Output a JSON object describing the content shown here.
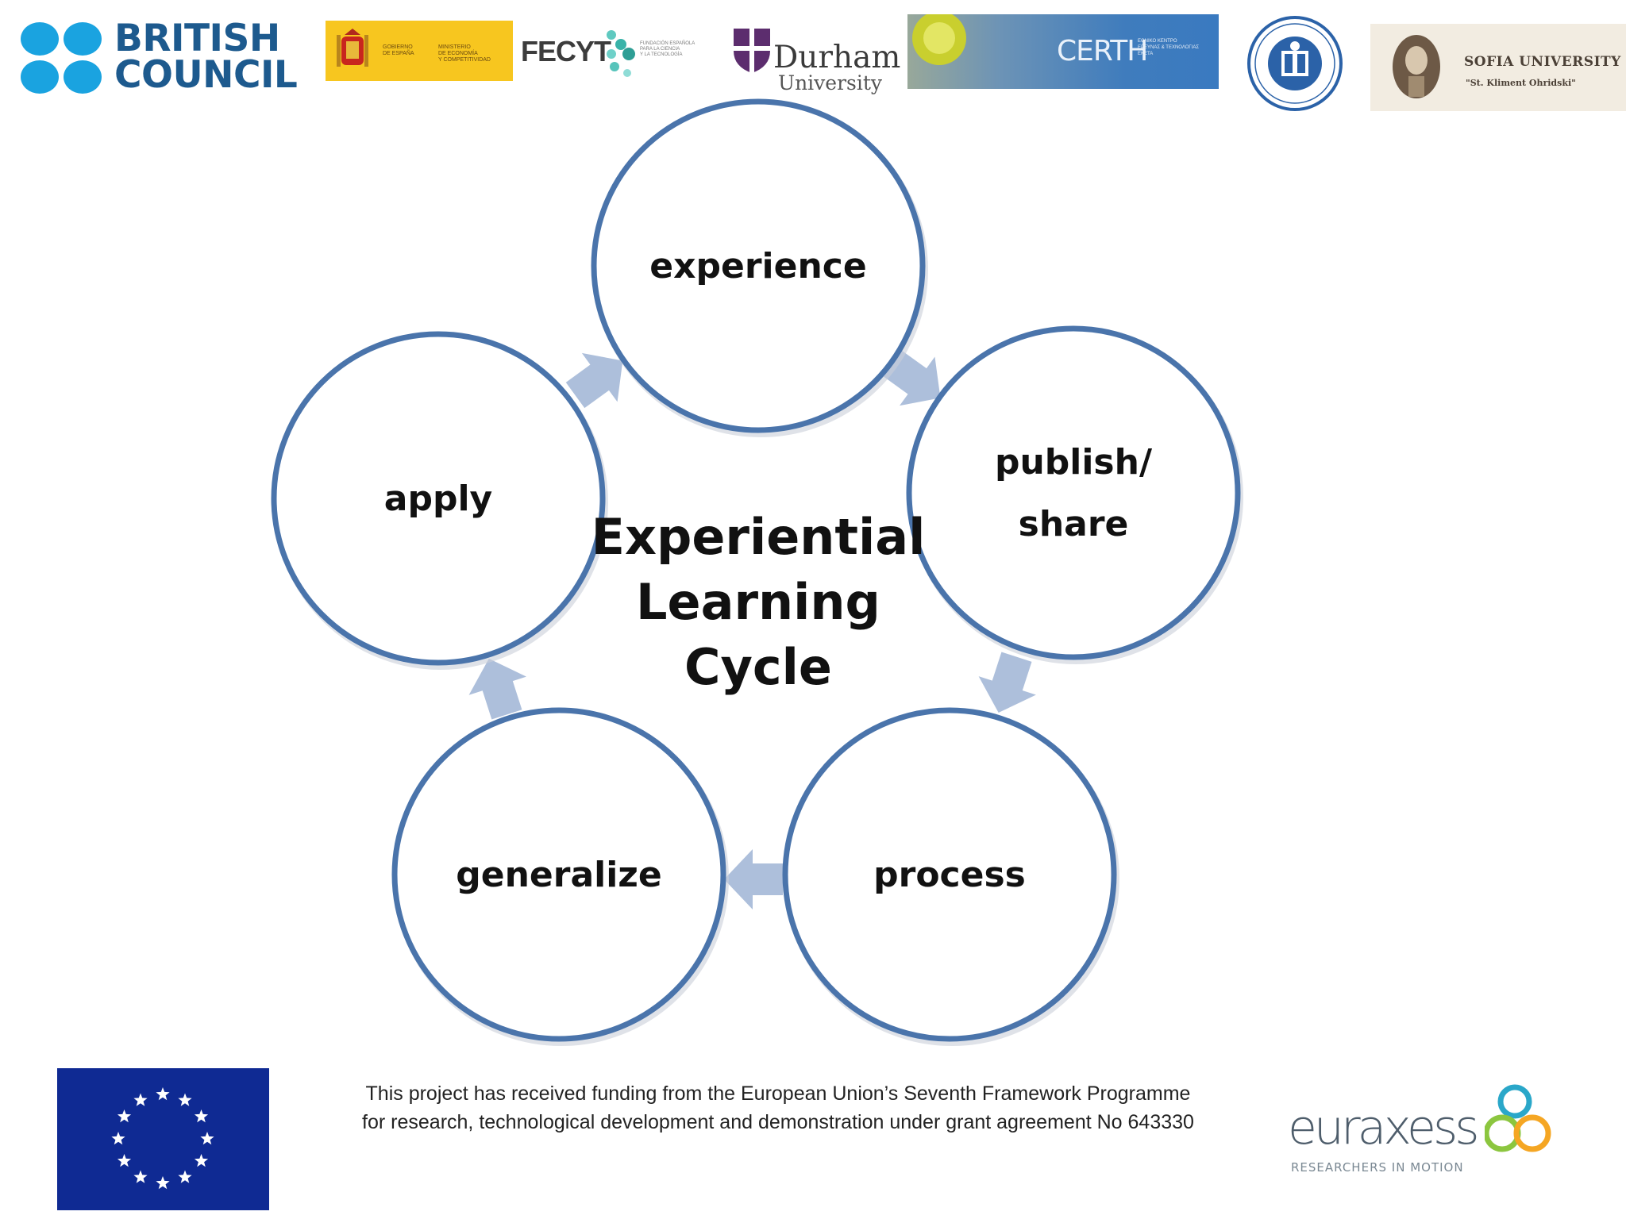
{
  "colors": {
    "circle_stroke": "#4a74ab",
    "arrow_fill": "#a9bcd9",
    "british_council_blue": "#1aa3e0",
    "british_council_text": "#1d5a8e"
  },
  "logos": {
    "british_council": {
      "line1": "BRITISH",
      "line2": "COUNCIL"
    },
    "spain_ministry": {
      "col1": "GOBIERNO\nDE ESPAÑA",
      "col2": "MINISTERIO\nDE ECONOMÍA\nY COMPETITIVIDAD"
    },
    "fecyt": {
      "word": "FECYT",
      "small": "FUNDACIÓN ESPAÑOLA\nPARA LA CIENCIA\nY LA TECNOLOGÍA"
    },
    "durham": {
      "name": "Durham",
      "sub": "University"
    },
    "certh": {
      "word": "CERTH",
      "small": "ΕΘΝΙΚΟ ΚΕΝΤΡΟ\nΕΡΕΥΝΑΣ & ΤΕΧΝΟΛΟΓΙΑΣ\nΕΚΕΤΑ"
    },
    "seal": {
      "icon": "university-seal-icon"
    },
    "sofia_university": {
      "title": "SOFIA UNIVERSITY",
      "subtitle": "\"St. Kliment Ohridski\""
    }
  },
  "diagram": {
    "center_title": [
      "Experiential",
      "Learning",
      "Cycle"
    ],
    "nodes": [
      {
        "id": "experience",
        "lines": [
          "experience"
        ]
      },
      {
        "id": "publish-share",
        "lines": [
          "publish/",
          "share"
        ]
      },
      {
        "id": "process",
        "lines": [
          "process"
        ]
      },
      {
        "id": "generalize",
        "lines": [
          "generalize"
        ]
      },
      {
        "id": "apply",
        "lines": [
          "apply"
        ]
      }
    ],
    "arrows": [
      {
        "from": "experience",
        "to": "publish-share"
      },
      {
        "from": "publish-share",
        "to": "process"
      },
      {
        "from": "process",
        "to": "generalize"
      },
      {
        "from": "generalize",
        "to": "apply"
      },
      {
        "from": "apply",
        "to": "experience"
      }
    ]
  },
  "footer": {
    "funding_line1": "This project has received funding from the European Union’s Seventh Framework Programme",
    "funding_line2": "for research, technological development and demonstration under grant agreement No 643330",
    "euraxess_word": "euraxess",
    "euraxess_tagline": "RESEARCHERS IN MOTION",
    "eu_flag_icon": "eu-flag-icon"
  }
}
